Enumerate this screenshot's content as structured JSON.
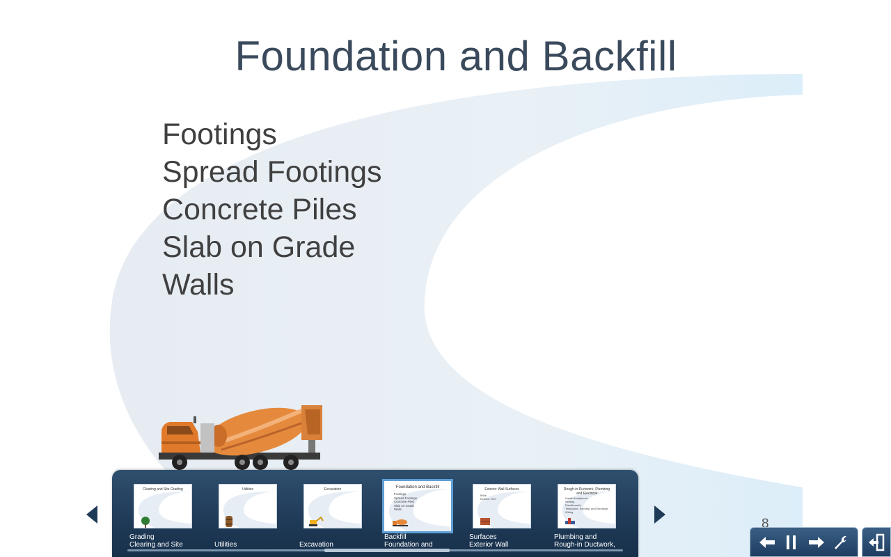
{
  "slide": {
    "title": "Foundation and Backfill",
    "bullets": [
      "Footings",
      "Spread Footings",
      "Concrete Piles",
      "Slab on Grade",
      "Walls"
    ],
    "page_number": "8",
    "image_icon": "cement-mixer-truck-icon"
  },
  "thumbnails": [
    {
      "title": "Clearing and Site Grading",
      "lines": [],
      "label_line1": "Grading",
      "label_line2": "Clearing and Site",
      "icon": "tree-icon"
    },
    {
      "title": "Utilities",
      "lines": [],
      "label_line1": "",
      "label_line2": "Utilities",
      "icon": "barrel-icon"
    },
    {
      "title": "Excavation",
      "lines": [],
      "label_line1": "",
      "label_line2": "Excavation",
      "icon": "excavator-icon"
    },
    {
      "title": "Foundation and Backfill",
      "lines": [
        "Footings",
        "Spread Footings",
        "Concrete Piles",
        "Slab on Grade",
        "Walls"
      ],
      "label_line1": "Backfill",
      "label_line2": "Foundation and",
      "icon": "cement-mixer-icon"
    },
    {
      "title": "Exterior Wall Surfaces",
      "lines": [
        "Brick",
        "Exterior Trim"
      ],
      "label_line1": "Surfaces",
      "label_line2": "Exterior Wall",
      "icon": "brick-icon"
    },
    {
      "title": "Rough-in Ductwork, Plumbing and Electrical",
      "lines": [
        "Install Headjoinzer",
        "Venting",
        "Panelboards",
        "Telephone, Security, and Electrical",
        "Wiring"
      ],
      "label_line1": "Plumbing and",
      "label_line2": "Rough-in Ductwork,",
      "icon": "pipes-icon"
    }
  ],
  "colors": {
    "title": "#3a4a5c",
    "body_text": "#404040",
    "strip": "#1f3a57",
    "accent": "#5f9fd6",
    "swoosh": "#e4edf5"
  },
  "controls": {
    "prev_icon": "arrow-left-icon",
    "pause_icon": "pause-icon",
    "next_icon": "arrow-right-icon",
    "settings_icon": "wrench-icon",
    "exit_icon": "exit-door-icon",
    "strip_prev_icon": "triangle-left-icon",
    "strip_next_icon": "triangle-right-icon"
  }
}
